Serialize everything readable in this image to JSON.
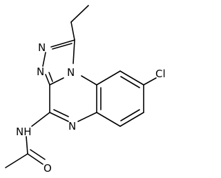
{
  "molecule": {
    "atoms": {
      "n_triazole_1": "N",
      "n_triazole_2": "N",
      "n_bridgehead": "N",
      "n_pyrazine": "N",
      "chlorine": "Cl",
      "amide_nh": "NH",
      "carbonyl_o": "O"
    }
  }
}
